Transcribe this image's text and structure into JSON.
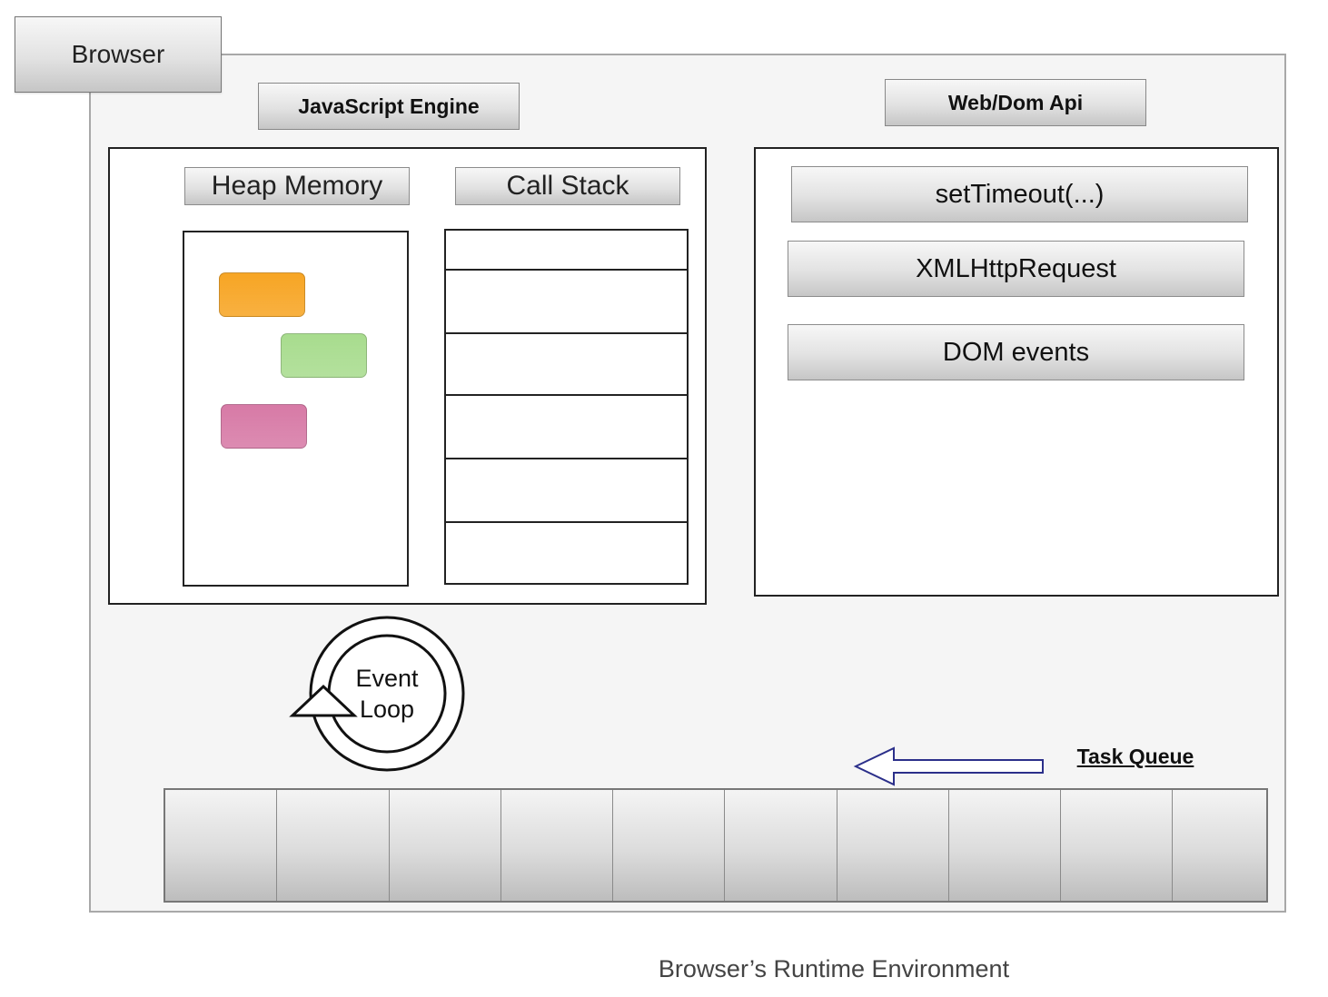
{
  "browser": {
    "label": "Browser"
  },
  "js_engine": {
    "label": "JavaScript Engine",
    "heap": {
      "label": "Heap Memory",
      "objects": [
        {
          "color": "#f7a524"
        },
        {
          "color": "#a8dc8e"
        },
        {
          "color": "#d77aa6"
        }
      ]
    },
    "call_stack": {
      "label": "Call Stack",
      "rows": 6
    }
  },
  "web_api": {
    "label": "Web/Dom Api",
    "items": [
      "setTimeout(...)",
      "XMLHttpRequest",
      "DOM events"
    ]
  },
  "event_loop": {
    "line1": "Event",
    "line2": "Loop"
  },
  "task_queue": {
    "label": "Task Queue",
    "cells": 10,
    "arrow_color": "#2b2f8a"
  },
  "caption": "Browser’s Runtime Environment"
}
